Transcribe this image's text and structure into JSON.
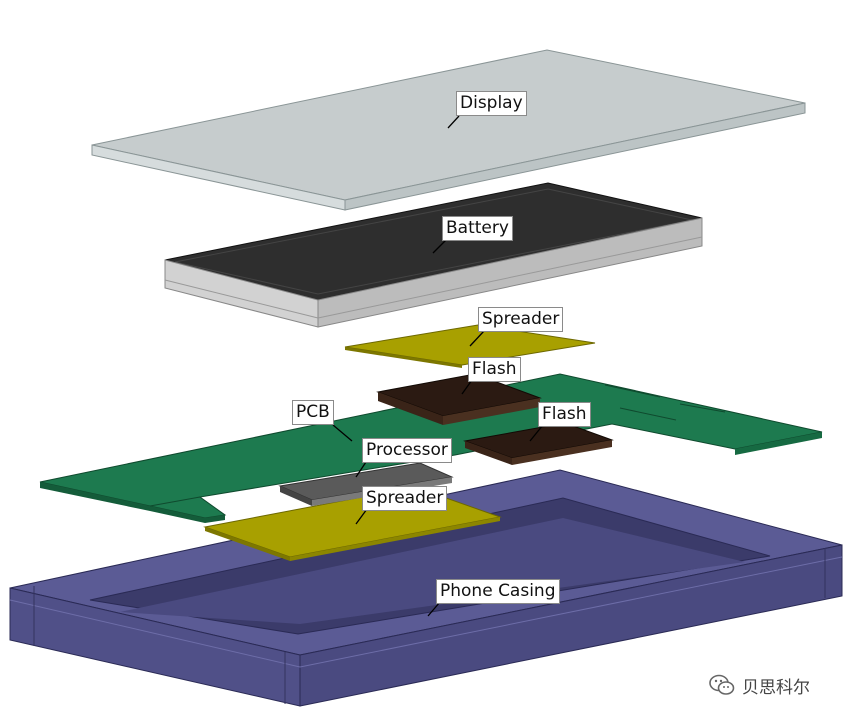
{
  "labels": {
    "display": "Display",
    "battery": "Battery",
    "spreader_top": "Spreader",
    "flash_top": "Flash",
    "flash_right": "Flash",
    "pcb": "PCB",
    "processor": "Processor",
    "spreader_bottom": "Spreader",
    "phone_casing": "Phone Casing"
  },
  "watermark": {
    "text": "贝思科尔",
    "icon": "wechat-icon"
  },
  "colors": {
    "display": "#c6cccd",
    "battery_top": "#2e2e2e",
    "battery_side": "#cfcfcf",
    "spreader": "#a8a000",
    "flash": "#2b1a12",
    "pcb": "#1d7a4f",
    "processor": "#5a5a5a",
    "casing": "#4e4e86"
  }
}
